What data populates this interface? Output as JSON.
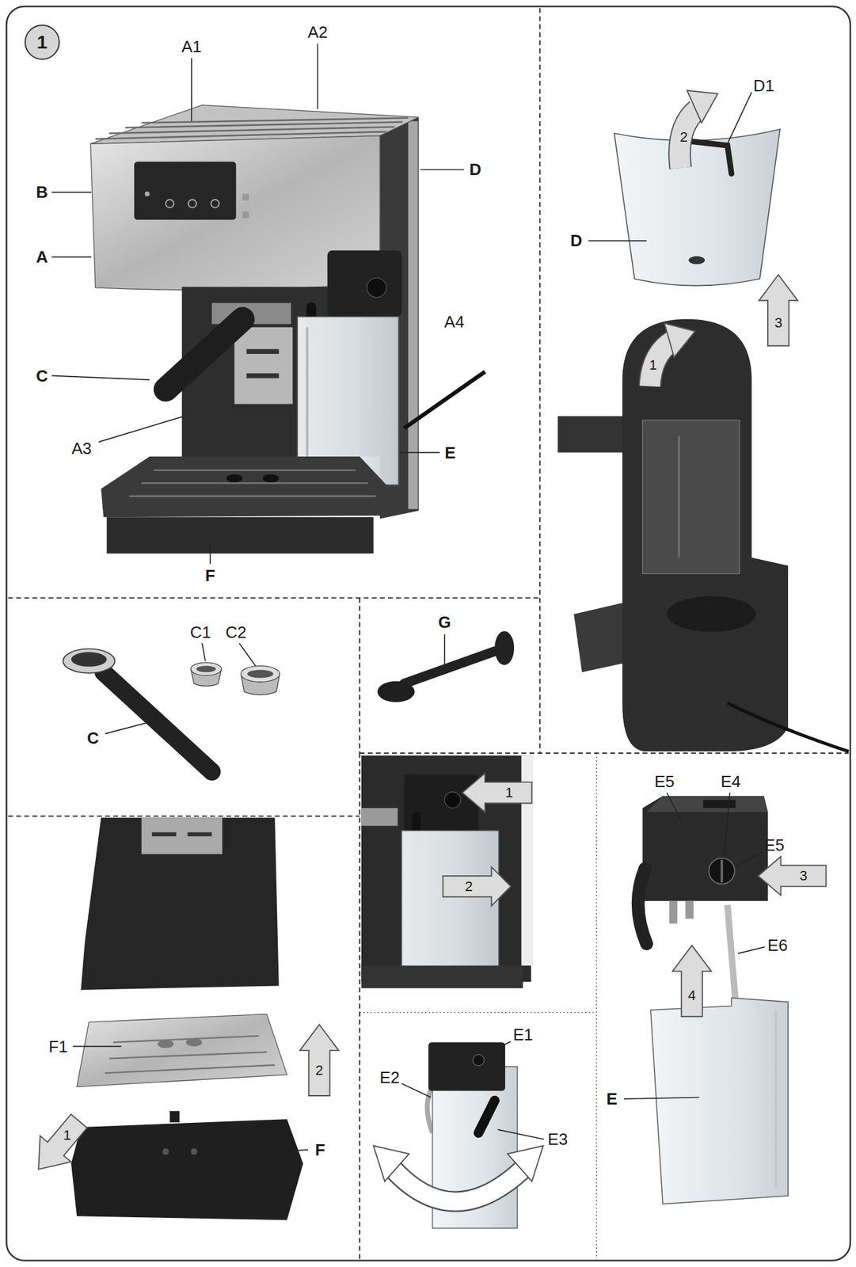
{
  "diagram": {
    "nodes": [
      {
        "text": [
          "1"
        ]
      }
    ],
    "labels": [
      "A1",
      "A2",
      "B",
      "D",
      "A",
      "C",
      "A4",
      "A3",
      "E",
      "F",
      "D1",
      "2",
      "D",
      "3",
      "1",
      "C1",
      "C2",
      "C",
      "G",
      "1",
      "2",
      "E5",
      "E4",
      "E5",
      "3",
      "E6",
      "4",
      "E",
      "E1",
      "E2",
      "E3",
      "F1",
      "2",
      "1",
      "F"
    ]
  }
}
